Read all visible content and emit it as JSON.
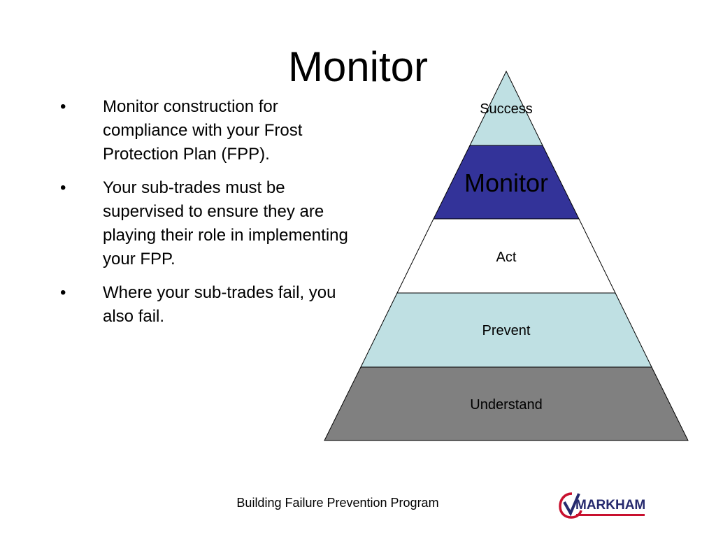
{
  "slide": {
    "title": "Monitor",
    "bullet_char": "•",
    "bullets": [
      "Monitor construction for compliance with your Frost Protection Plan (FPP).",
      "Your sub-trades must be supervised to ensure they are playing their role in implementing your FPP.",
      "Where your sub-trades fail, you also fail."
    ]
  },
  "pyramid": {
    "tiers": [
      {
        "label": "Success",
        "fill": "#bfe0e3",
        "text_color": "#000000"
      },
      {
        "label": "Monitor",
        "fill": "#333399",
        "text_color": "#000000"
      },
      {
        "label": "Act",
        "fill": "#ffffff",
        "text_color": "#000000"
      },
      {
        "label": "Prevent",
        "fill": "#bfe0e3",
        "text_color": "#000000"
      },
      {
        "label": "Understand",
        "fill": "#808080",
        "text_color": "#000000"
      }
    ],
    "highlighted_tier": "Monitor"
  },
  "footer": {
    "text": "Building Failure Prevention Program"
  },
  "logo": {
    "text": "MARKHAM",
    "colors": {
      "accent": "#c8102e",
      "wordmark": "#262a6e"
    }
  }
}
